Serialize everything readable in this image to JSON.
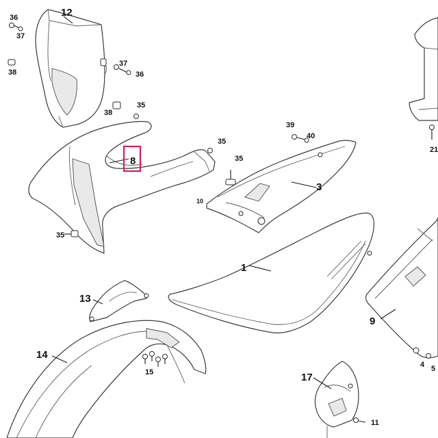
{
  "diagram": {
    "highlight_color": "#d81b60",
    "callouts": {
      "c1": "1",
      "c3": "3",
      "c8": "8",
      "c9": "9",
      "c12": "12",
      "c13": "13",
      "c14": "14",
      "c17": "17",
      "c15": "15",
      "c21": "21",
      "c35a": "35",
      "c35b": "35",
      "c35c": "35",
      "c35d": "35",
      "c36a": "36",
      "c36b": "36",
      "c37a": "37",
      "c37b": "37",
      "c38a": "38",
      "c38b": "38",
      "c39": "39",
      "c40": "40",
      "c10": "10",
      "c4": "4",
      "c5": "5",
      "c11": "11"
    },
    "highlighted_part": "8"
  }
}
